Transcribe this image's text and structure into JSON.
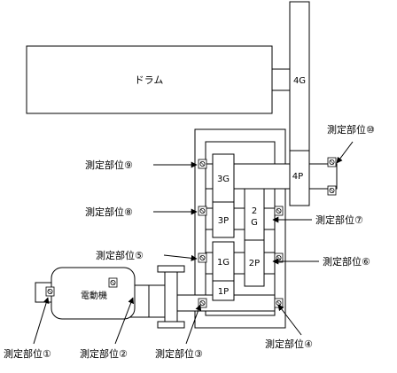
{
  "components": {
    "drum": "ドラム",
    "motor": "電動機",
    "gear_4g": "4G",
    "gear_4p": "4P",
    "gear_3g": "3G",
    "gear_3p": "3P",
    "gear_2g": "2\nG",
    "gear_2p": "2P",
    "gear_1g": "1G",
    "gear_1p": "1P"
  },
  "measurement_points": {
    "p1": "測定部位①",
    "p2": "測定部位②",
    "p3": "測定部位③",
    "p4": "測定部位④",
    "p5": "測定部位⑤",
    "p6": "測定部位⑥",
    "p7": "測定部位⑦",
    "p8": "測定部位⑧",
    "p9": "測定部位⑨",
    "p10": "測定部位⑩"
  }
}
